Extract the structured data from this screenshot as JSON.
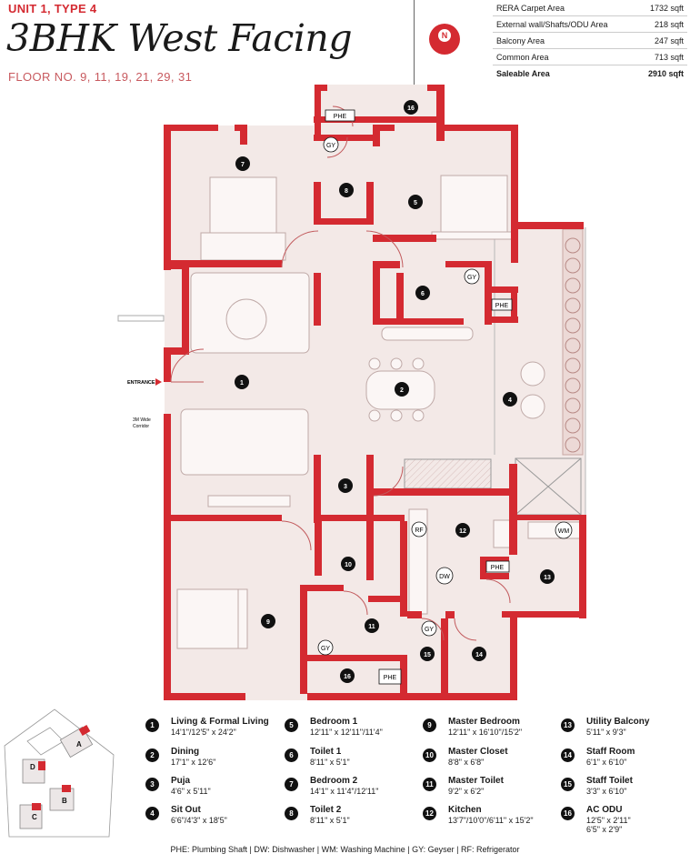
{
  "header": {
    "unit": "UNIT 1, TYPE 4",
    "title": "3BHK West Facing",
    "floors": "FLOOR NO. 9, 11, 19, 21, 29, 31",
    "compass": "N"
  },
  "area_table": [
    {
      "label": "RERA Carpet Area",
      "value": "1732 sqft"
    },
    {
      "label": "External wall/Shafts/ODU Area",
      "value": "218 sqft"
    },
    {
      "label": "Balcony Area",
      "value": "247 sqft"
    },
    {
      "label": "Common Area",
      "value": "713 sqft"
    },
    {
      "label": "Saleable Area",
      "value": "2910 sqft"
    }
  ],
  "plan": {
    "entrance_label": "ENTRANCE",
    "corridor_label_1": "3M Wide",
    "corridor_label_2": "Corridor",
    "tags": {
      "phe": "PHE",
      "gy": "GY",
      "rf": "RF",
      "dw": "DW",
      "wm": "WM"
    },
    "room_markers": {
      "r1": "1",
      "r2": "2",
      "r3": "3",
      "r4": "4",
      "r5": "5",
      "r6": "6",
      "r7": "7",
      "r8": "8",
      "r9": "9",
      "r10": "10",
      "r11": "11",
      "r12": "12",
      "r13": "13",
      "r14": "14",
      "r15": "15",
      "r16a": "16",
      "r16b": "16"
    }
  },
  "key_plan": {
    "a": "A",
    "b": "B",
    "c": "C",
    "d": "D"
  },
  "legend": [
    {
      "num": "1",
      "name": "Living & Formal Living",
      "size": "14'1\"/12'5\" x 24'2\""
    },
    {
      "num": "2",
      "name": "Dining",
      "size": "17'1\" x 12'6\""
    },
    {
      "num": "3",
      "name": "Puja",
      "size": "4'6\" x 5'11\""
    },
    {
      "num": "4",
      "name": "Sit Out",
      "size": "6'6\"/4'3\" x 18'5\""
    },
    {
      "num": "5",
      "name": "Bedroom 1",
      "size": "12'11\" x 12'11\"/11'4\""
    },
    {
      "num": "6",
      "name": "Toilet 1",
      "size": "8'11\" x 5'1\""
    },
    {
      "num": "7",
      "name": "Bedroom 2",
      "size": "14'1\" x 11'4\"/12'11\""
    },
    {
      "num": "8",
      "name": "Toilet 2",
      "size": "8'11\" x 5'1\""
    },
    {
      "num": "9",
      "name": "Master Bedroom",
      "size": "12'11\" x 16'10\"/15'2\""
    },
    {
      "num": "10",
      "name": "Master Closet",
      "size": "8'8\" x 6'8\""
    },
    {
      "num": "11",
      "name": "Master Toilet",
      "size": "9'2\" x 6'2\""
    },
    {
      "num": "12",
      "name": "Kitchen",
      "size": "13'7\"/10'0\"/6'11\" x 15'2\""
    },
    {
      "num": "13",
      "name": "Utility Balcony",
      "size": "5'11\" x 9'3\""
    },
    {
      "num": "14",
      "name": "Staff Room",
      "size": "6'1\" x 6'10\""
    },
    {
      "num": "15",
      "name": "Staff Toilet",
      "size": "3'3\" x 6'10\""
    },
    {
      "num": "16",
      "name": "AC ODU",
      "size": "12'5\" x 2'11\"",
      "size2": "6'5\" x 2'9\""
    }
  ],
  "footer": "PHE: Plumbing Shaft  |  DW: Dishwasher  |  WM: Washing Machine  |  GY: Geyser  |  RF: Refrigerator",
  "colors": {
    "wall": "#d42a31",
    "floor": "#f3e9e7",
    "marker": "#111111"
  }
}
